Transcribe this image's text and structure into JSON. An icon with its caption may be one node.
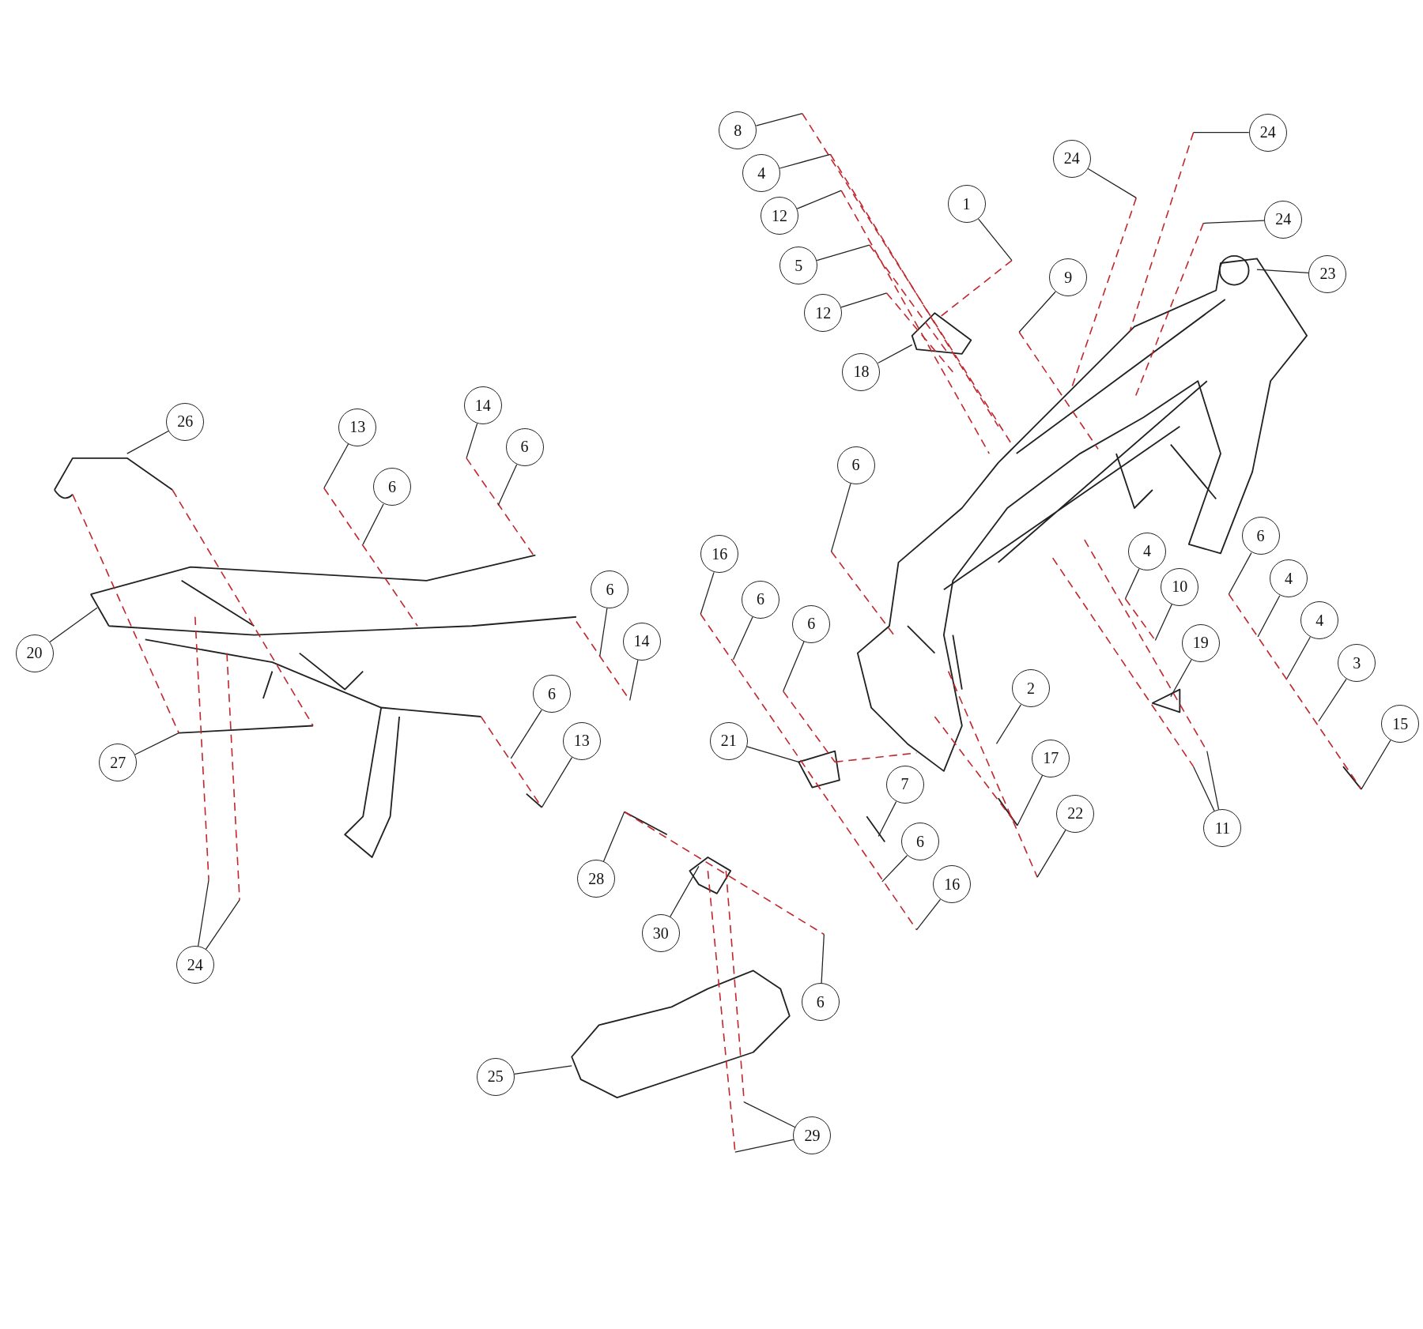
{
  "diagram": {
    "nodes": [
      {
        "text": [
          "8"
        ]
      },
      {
        "text": [
          "4"
        ]
      },
      {
        "text": [
          "24"
        ]
      },
      {
        "text": [
          "24"
        ]
      },
      {
        "text": [
          "1"
        ]
      },
      {
        "text": [
          "12"
        ]
      },
      {
        "text": [
          "24"
        ]
      },
      {
        "text": [
          "5"
        ]
      },
      {
        "text": [
          "9"
        ]
      },
      {
        "text": [
          "23"
        ]
      },
      {
        "text": [
          "12"
        ]
      },
      {
        "text": [
          "18"
        ]
      },
      {
        "text": [
          "26"
        ]
      },
      {
        "text": [
          "14"
        ]
      },
      {
        "text": [
          "13"
        ]
      },
      {
        "text": [
          "6"
        ]
      },
      {
        "text": [
          "6"
        ]
      },
      {
        "text": [
          "6"
        ]
      },
      {
        "text": [
          "6"
        ]
      },
      {
        "text": [
          "4"
        ]
      },
      {
        "text": [
          "16"
        ]
      },
      {
        "text": [
          "10"
        ]
      },
      {
        "text": [
          "4"
        ]
      },
      {
        "text": [
          "6"
        ]
      },
      {
        "text": [
          "6"
        ]
      },
      {
        "text": [
          "4"
        ]
      },
      {
        "text": [
          "6"
        ]
      },
      {
        "text": [
          "14"
        ]
      },
      {
        "text": [
          "19"
        ]
      },
      {
        "text": [
          "20"
        ]
      },
      {
        "text": [
          "3"
        ]
      },
      {
        "text": [
          "2"
        ]
      },
      {
        "text": [
          "6"
        ]
      },
      {
        "text": [
          "15"
        ]
      },
      {
        "text": [
          "21"
        ]
      },
      {
        "text": [
          "13"
        ]
      },
      {
        "text": [
          "17"
        ]
      },
      {
        "text": [
          "27"
        ]
      },
      {
        "text": [
          "7"
        ]
      },
      {
        "text": [
          "11"
        ]
      },
      {
        "text": [
          "22"
        ]
      },
      {
        "text": [
          "6"
        ]
      },
      {
        "text": [
          "28"
        ]
      },
      {
        "text": [
          "16"
        ]
      },
      {
        "text": [
          "30"
        ]
      },
      {
        "text": [
          "24"
        ]
      },
      {
        "text": [
          "6"
        ]
      },
      {
        "text": [
          "25"
        ]
      },
      {
        "text": [
          "29"
        ]
      }
    ],
    "edges": [
      {
        "from": 0,
        "to": null,
        "arrow": "none"
      },
      {
        "from": 1,
        "to": null,
        "arrow": "none"
      },
      {
        "from": 2,
        "to": null,
        "arrow": "none"
      },
      {
        "from": 3,
        "to": null,
        "arrow": "none"
      },
      {
        "from": 4,
        "to": null,
        "arrow": "none"
      },
      {
        "from": 5,
        "to": null,
        "arrow": "none"
      },
      {
        "from": 6,
        "to": null,
        "arrow": "none"
      },
      {
        "from": 7,
        "to": null,
        "arrow": "none"
      },
      {
        "from": 8,
        "to": null,
        "arrow": "none"
      },
      {
        "from": 9,
        "to": null,
        "arrow": "none"
      },
      {
        "from": 10,
        "to": null,
        "arrow": "none"
      },
      {
        "from": 11,
        "to": null,
        "arrow": "none"
      },
      {
        "from": 12,
        "to": null,
        "arrow": "none"
      },
      {
        "from": 13,
        "to": null,
        "arrow": "none"
      },
      {
        "from": 14,
        "to": null,
        "arrow": "none"
      },
      {
        "from": 15,
        "to": null,
        "arrow": "none"
      },
      {
        "from": 16,
        "to": null,
        "arrow": "none"
      },
      {
        "from": 17,
        "to": null,
        "arrow": "none"
      },
      {
        "from": 18,
        "to": null,
        "arrow": "none"
      },
      {
        "from": 19,
        "to": null,
        "arrow": "none"
      },
      {
        "from": 20,
        "to": null,
        "arrow": "none"
      },
      {
        "from": 21,
        "to": null,
        "arrow": "none"
      },
      {
        "from": 22,
        "to": null,
        "arrow": "none"
      },
      {
        "from": 23,
        "to": null,
        "arrow": "none"
      },
      {
        "from": 24,
        "to": null,
        "arrow": "none"
      },
      {
        "from": 25,
        "to": null,
        "arrow": "none"
      },
      {
        "from": 26,
        "to": null,
        "arrow": "none"
      },
      {
        "from": 27,
        "to": null,
        "arrow": "none"
      },
      {
        "from": 28,
        "to": null,
        "arrow": "none"
      },
      {
        "from": 29,
        "to": null,
        "arrow": "none"
      },
      {
        "from": 30,
        "to": null,
        "arrow": "none"
      },
      {
        "from": 31,
        "to": null,
        "arrow": "none"
      },
      {
        "from": 32,
        "to": null,
        "arrow": "none"
      },
      {
        "from": 33,
        "to": null,
        "arrow": "none"
      },
      {
        "from": 34,
        "to": null,
        "arrow": "none"
      },
      {
        "from": 35,
        "to": null,
        "arrow": "none"
      },
      {
        "from": 36,
        "to": null,
        "arrow": "none"
      },
      {
        "from": 37,
        "to": null,
        "arrow": "none"
      },
      {
        "from": 38,
        "to": null,
        "arrow": "none"
      },
      {
        "from": 39,
        "to": null,
        "arrow": "none"
      },
      {
        "from": 39,
        "to": null,
        "arrow": "none"
      },
      {
        "from": 40,
        "to": null,
        "arrow": "none"
      },
      {
        "from": 41,
        "to": null,
        "arrow": "none"
      },
      {
        "from": 42,
        "to": null,
        "arrow": "none"
      },
      {
        "from": 43,
        "to": null,
        "arrow": "none"
      },
      {
        "from": 44,
        "to": null,
        "arrow": "none"
      },
      {
        "from": 45,
        "to": null,
        "arrow": "none"
      },
      {
        "from": 45,
        "to": null,
        "arrow": "none"
      },
      {
        "from": 46,
        "to": null,
        "arrow": "none"
      },
      {
        "from": 47,
        "to": null,
        "arrow": "none"
      },
      {
        "from": 48,
        "to": null,
        "arrow": "none"
      },
      {
        "from": 48,
        "to": null,
        "arrow": "none"
      }
    ]
  }
}
